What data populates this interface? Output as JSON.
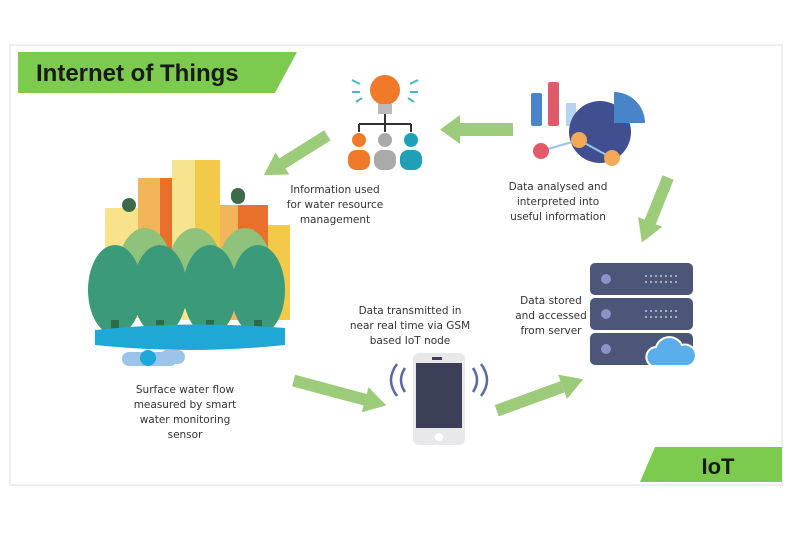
{
  "title": "Internet of Things",
  "badge": "IoT",
  "colors": {
    "green": "#7ccb4f",
    "arrow": "#9ccc7a",
    "navy": "#454e6e",
    "blue": "#4a84c8",
    "orange": "#f07a2a"
  },
  "steps": [
    {
      "id": "sensor",
      "lines": [
        "Surface water flow",
        "measured by smart",
        "water monitoring",
        "sensor"
      ]
    },
    {
      "id": "transmit",
      "lines": [
        "Data transmitted in",
        "near real time via GSM",
        "based IoT node"
      ]
    },
    {
      "id": "server",
      "lines": [
        "Data stored",
        "and accessed",
        "from server"
      ]
    },
    {
      "id": "analyse",
      "lines": [
        "Data analysed and",
        "interpreted into",
        "useful information"
      ]
    },
    {
      "id": "use",
      "lines": [
        "Information used",
        "for water resource",
        "management"
      ]
    }
  ]
}
